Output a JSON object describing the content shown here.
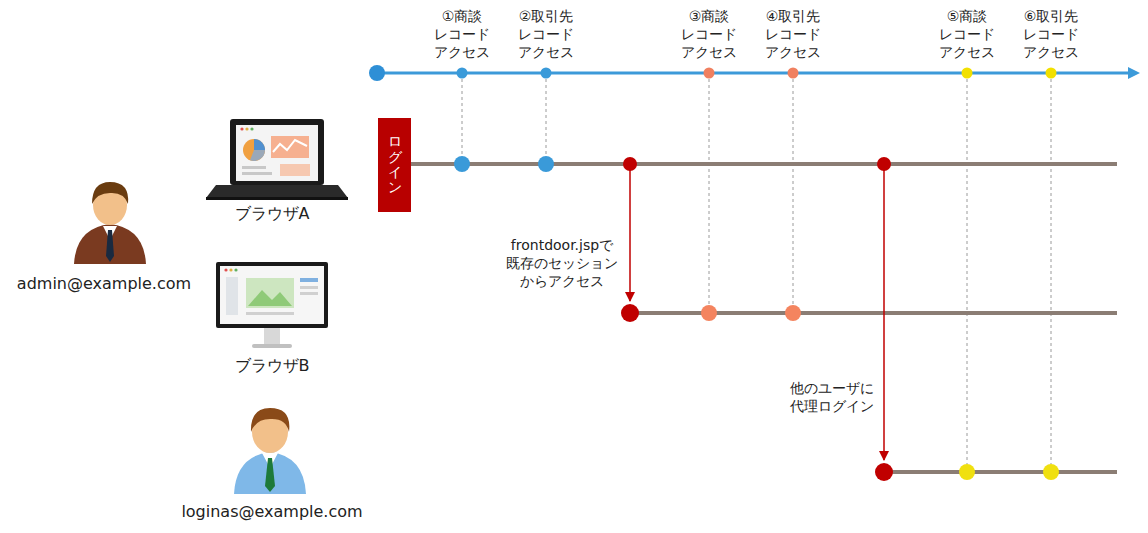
{
  "diagram": {
    "nodes": [
      {
        "text": [
          "ログイン"
        ]
      }
    ],
    "labels": [
      "①商談 レコード アクセス",
      "②取引先 レコード アクセス",
      "③商談 レコード アクセス",
      "④取引先 レコード アクセス",
      "⑤商談 レコード アクセス",
      "⑥取引先 レコード アクセス",
      "ブラウザA",
      "admin@example.com",
      "frontdoor.jspで 既存のセッション からアクセス",
      "ブラウザB",
      "他のユーザに 代理ログイン",
      "loginas@example.com"
    ]
  }
}
